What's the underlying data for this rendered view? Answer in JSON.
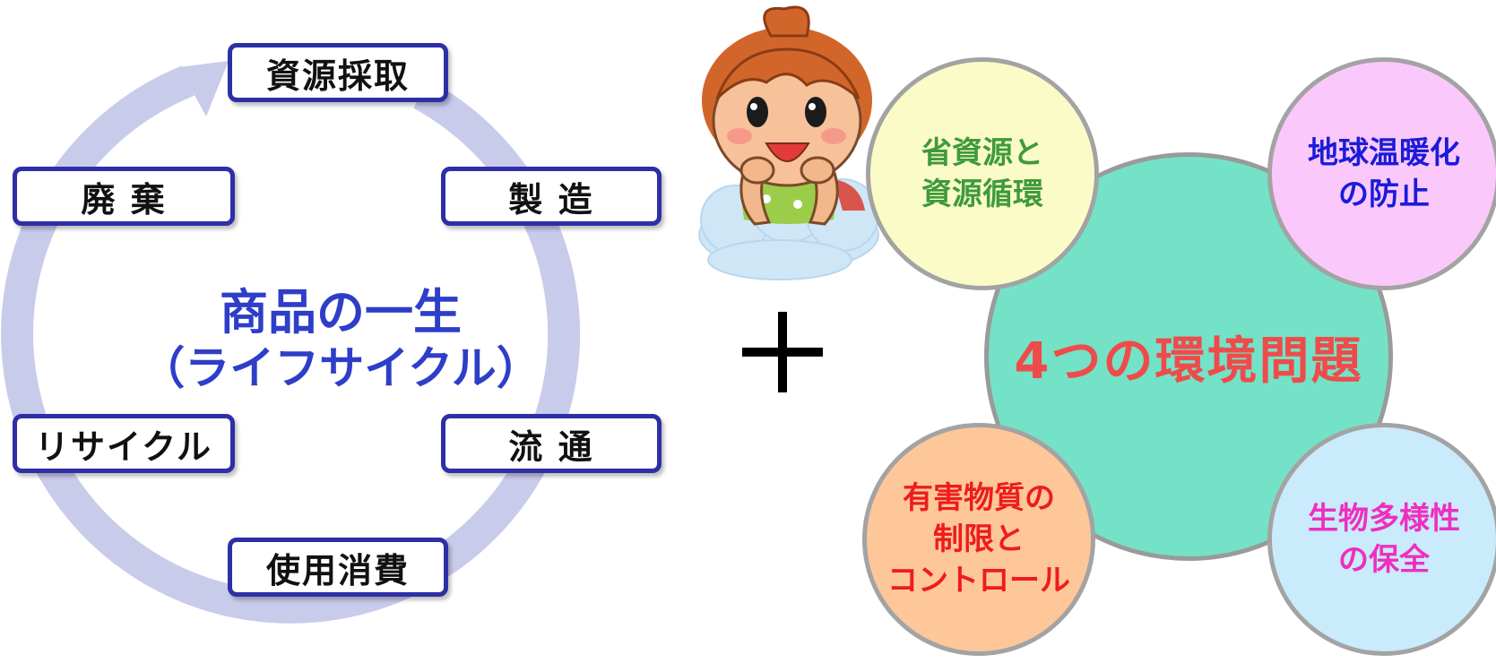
{
  "lifecycle": {
    "title": "商品の一生",
    "subtitle": "（ライフサイクル）",
    "steps": [
      "資源採取",
      "製 造",
      "流 通",
      "使用消費",
      "リサイクル",
      "廃 棄"
    ],
    "arrow_color": "#c9cbeb",
    "box_border_color": "#2e2fa6",
    "title_color": "#2e3ec8"
  },
  "plus_sign": "+",
  "environment": {
    "center_label": "4つの環境問題",
    "center_color": "#74e2c6",
    "center_text_color": "#ef4b4b",
    "issues": [
      {
        "lines": [
          "省資源と",
          "資源循環"
        ],
        "bg": "#fbfbc8",
        "text_color": "#3f9a3c"
      },
      {
        "lines": [
          "地球温暖化",
          "の防止"
        ],
        "bg": "#fbc8fb",
        "text_color": "#1b1bd9"
      },
      {
        "lines": [
          "有害物質の",
          "制限と",
          "コントロール"
        ],
        "bg": "#fdc79a",
        "text_color": "#ee1c1c"
      },
      {
        "lines": [
          "生物多様性",
          "の保全"
        ],
        "bg": "#c9ebfb",
        "text_color": "#ee2fc0"
      }
    ]
  },
  "illustration": {
    "icon": "girl-on-cloud-icon"
  }
}
